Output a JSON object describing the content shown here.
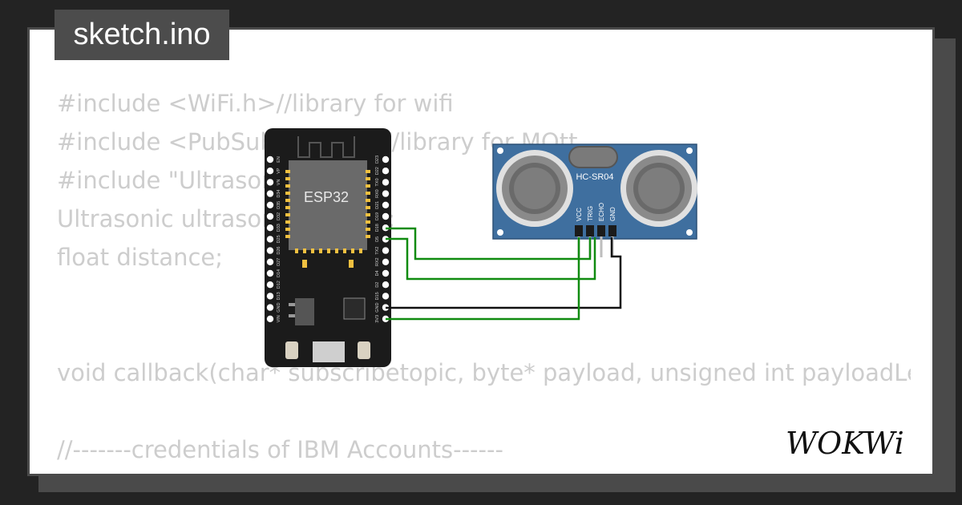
{
  "header": {
    "filename": "sketch.ino"
  },
  "code_lines": [
    "#include <WiFi.h>//library for wifi",
    "#include <PubSubClient.h>//library for MQtt",
    "#include \"Ultrasonic.h\"",
    "Ultrasonic ultrasonic(12, 14);",
    "float distance;",
    "",
    "",
    "void callback(char* subscribetopic, byte* payload, unsigned int payloadLength);",
    "",
    "//-------credentials of IBM Accounts------"
  ],
  "esp32": {
    "label": "ESP32",
    "left_pins": [
      "EN",
      "VP",
      "VN",
      "D34",
      "D35",
      "D32",
      "D33",
      "D25",
      "D26",
      "D27",
      "D14",
      "D12",
      "D13",
      "GND",
      "VIN"
    ],
    "right_pins": [
      "D23",
      "D22",
      "TX0",
      "RX0",
      "D21",
      "D19",
      "D18",
      "D5",
      "TX2",
      "RX2",
      "D4",
      "D2",
      "D15",
      "GND",
      "3V3"
    ]
  },
  "sensor": {
    "label": "HC-SR04",
    "pins": [
      "VCC",
      "TRIG",
      "ECHO",
      "GND"
    ]
  },
  "logo": {
    "text": "WOKWi"
  },
  "colors": {
    "background": "#232323",
    "card": "#ffffff",
    "tab": "#4c4c4c",
    "code_text": "#cdcdcd",
    "wire_green": "#108b10",
    "wire_black": "#111111",
    "sensor_board": "#3f6f9f",
    "esp_board": "#1b1b1b"
  }
}
